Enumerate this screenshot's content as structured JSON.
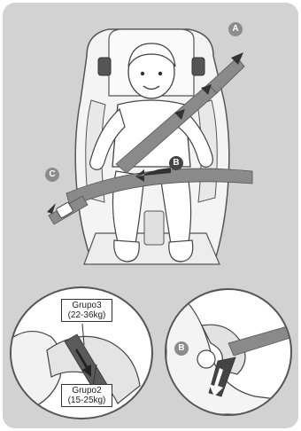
{
  "markers": {
    "a": "A",
    "b": "B",
    "c": "C",
    "b_detail": "B"
  },
  "labels": {
    "group3_name": "Grupo3",
    "group3_weight": "(22-36kg)",
    "group2_name": "Grupo2",
    "group2_weight": "(15-25kg)"
  },
  "colors": {
    "background": "#d2d2d2",
    "belt": "#8a8a8a",
    "arrow": "#333333",
    "marker": "#8c8c8c"
  }
}
